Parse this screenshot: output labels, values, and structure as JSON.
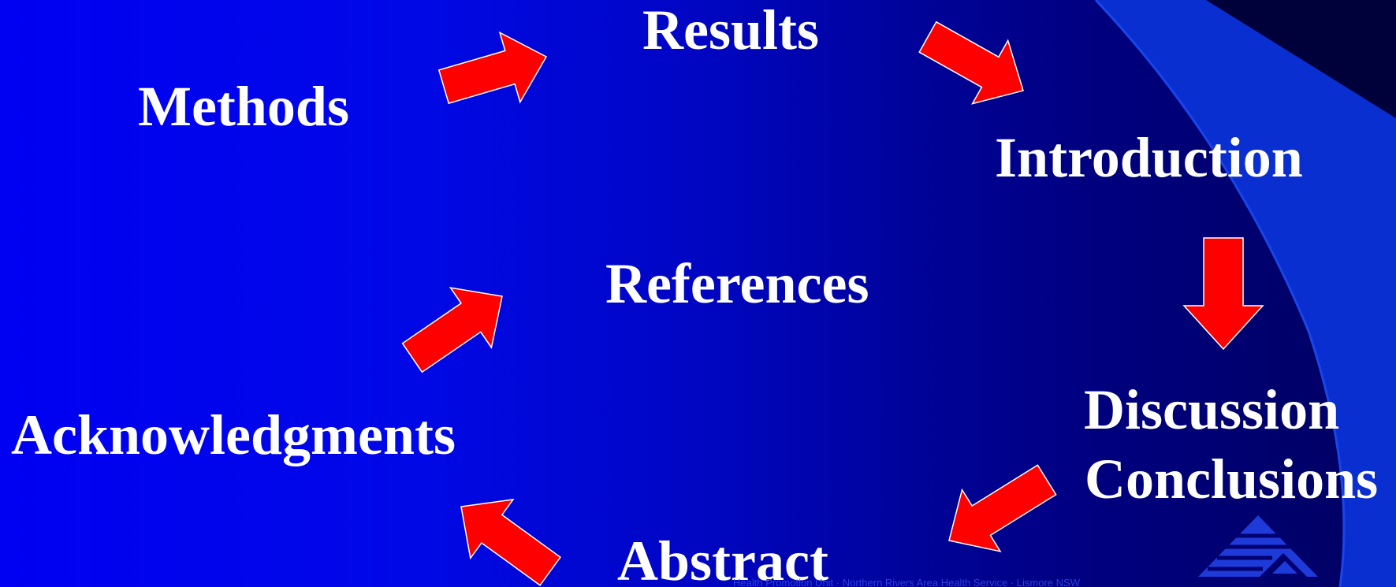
{
  "slide": {
    "nodes": [
      {
        "id": "results",
        "label": "Results"
      },
      {
        "id": "methods",
        "label": "Methods"
      },
      {
        "id": "introduction",
        "label": "Introduction"
      },
      {
        "id": "references",
        "label": "References"
      },
      {
        "id": "discussion",
        "label": "Discussion"
      },
      {
        "id": "conclusions",
        "label": "Conclusions"
      },
      {
        "id": "acknowledgments",
        "label": "Acknowledgments"
      },
      {
        "id": "abstract",
        "label": "Abstract"
      }
    ],
    "arrows": [
      {
        "from": "methods",
        "to": "results"
      },
      {
        "from": "results",
        "to": "introduction"
      },
      {
        "from": "introduction",
        "to": "discussion"
      },
      {
        "from": "discussion",
        "to": "abstract"
      },
      {
        "from": "abstract",
        "to": "acknowledgments"
      },
      {
        "from": "acknowledgments",
        "to": "references"
      }
    ],
    "colors": {
      "background_light": "#0000f2",
      "background_dark": "#000060",
      "arrow_fill": "#ff0000",
      "arrow_outline": "#ffffff",
      "text": "#ffffff",
      "swoosh": "#0a2fd0"
    },
    "logo_icon": "mountain-logo-icon",
    "footer": "Health Promotion Unit · Northern Rivers Area Health Service · Lismore NSW"
  }
}
